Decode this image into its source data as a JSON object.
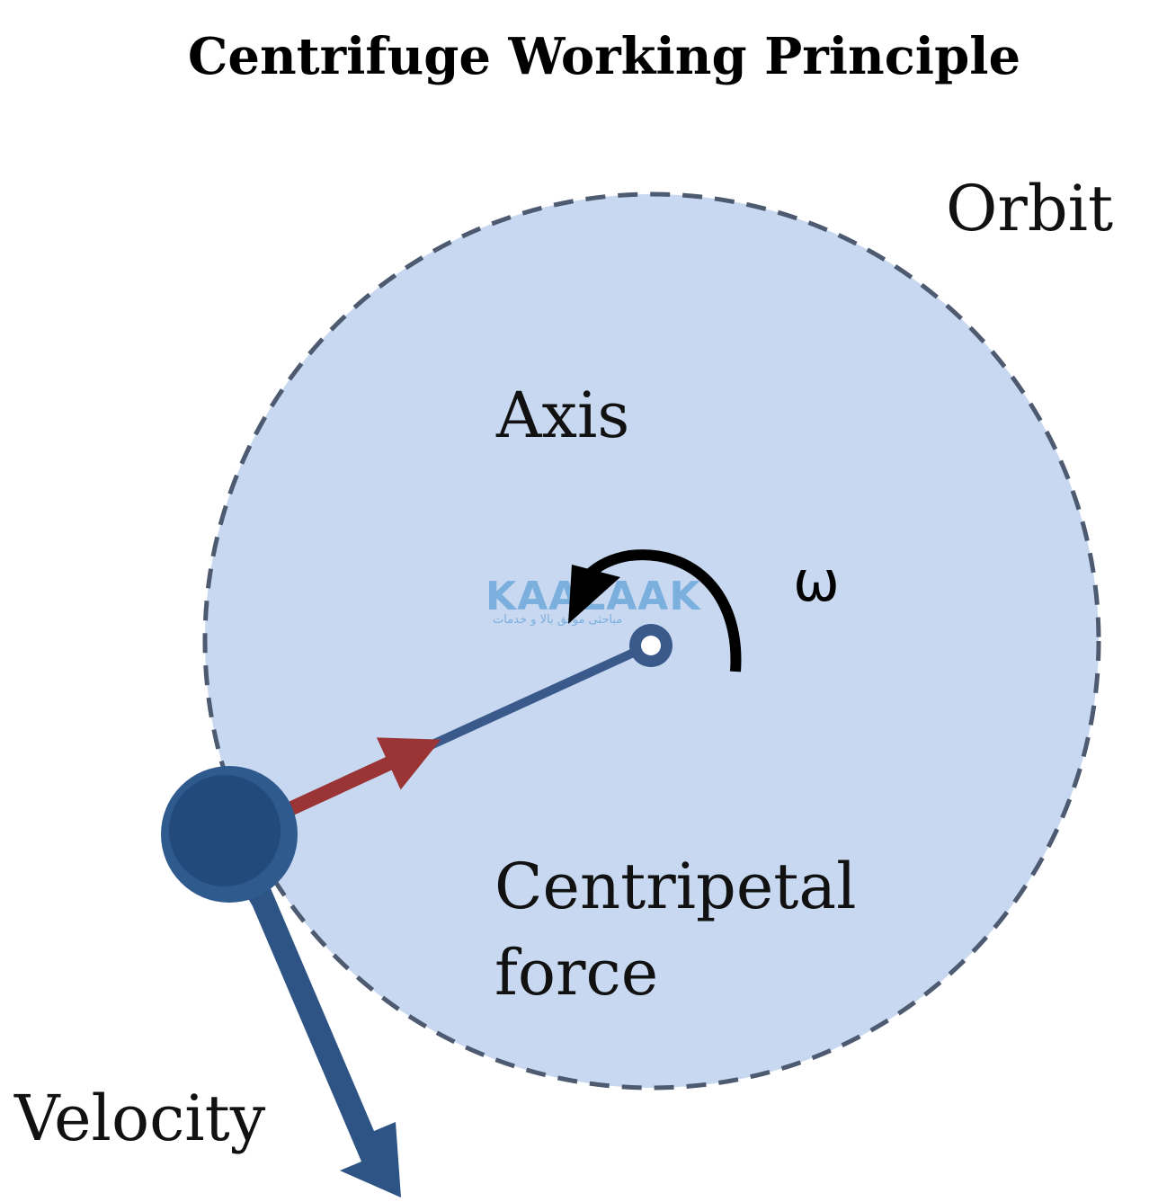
{
  "title": "Centrifuge Working Principle",
  "labels": {
    "orbit": "Orbit",
    "axis": "Axis",
    "omega": "ω",
    "centripetal_line1": "Centripetal",
    "centripetal_line2": "force",
    "velocity": "Velocity"
  },
  "watermark": {
    "brand": "KAALAAK",
    "tagline": "مباحثی موفق بالا و خدمات"
  },
  "colors": {
    "orbit_fill": "#c8d8f0",
    "orbit_stroke": "#4d5a70",
    "mass": "#224a7a",
    "mass_edge": "#2f5a8e",
    "rod": "#3b5a8c",
    "centripetal_arrow": "#9b3434",
    "velocity_arrow": "#2e5485",
    "rotation_arrow": "#000000"
  }
}
